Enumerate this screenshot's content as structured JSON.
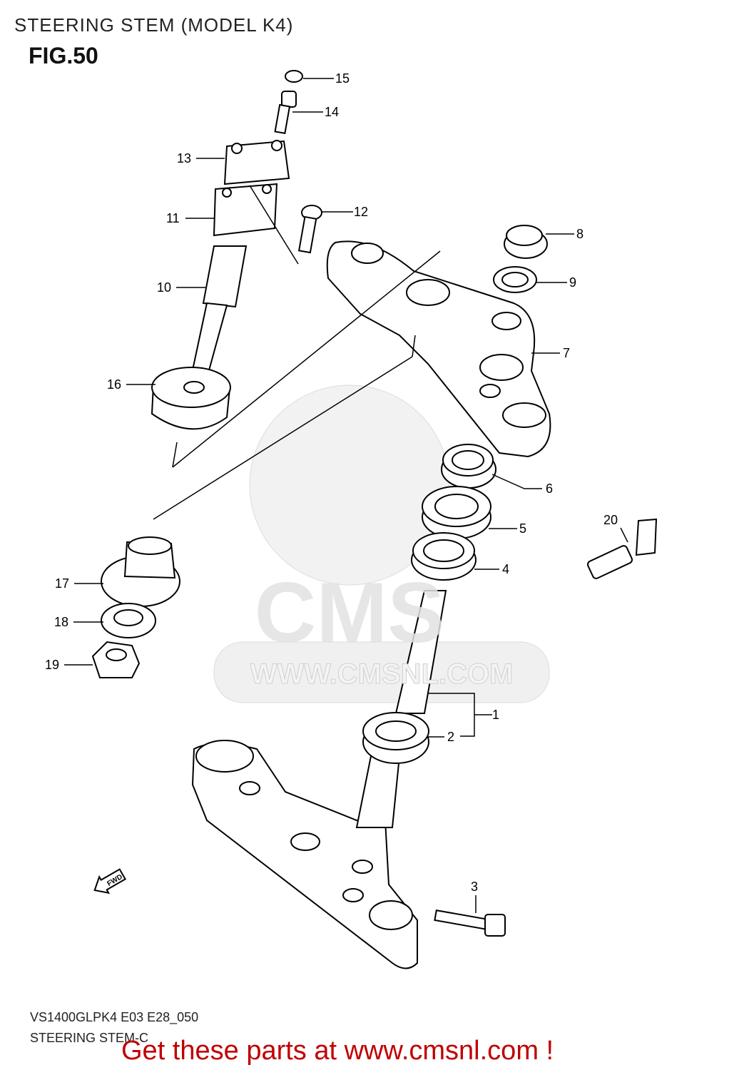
{
  "header": {
    "title": "STEERING STEM (MODEL K4)",
    "figure": "FIG.50"
  },
  "watermark": {
    "logo_text": "CMS",
    "url_text": "WWW.CMSNL.COM"
  },
  "callouts": [
    "1",
    "2",
    "3",
    "4",
    "5",
    "6",
    "7",
    "8",
    "9",
    "10",
    "11",
    "12",
    "13",
    "14",
    "15",
    "16",
    "17",
    "18",
    "19",
    "20"
  ],
  "direction_label": "FWD",
  "footer": {
    "model_code": "VS1400GLPK4 E03 E28_050",
    "diagram_name": "STEERING STEM-C",
    "promo": "Get these parts at www.cmsnl.com !"
  },
  "colors": {
    "promo": "#c00000",
    "watermark": "#e6e6e6"
  }
}
